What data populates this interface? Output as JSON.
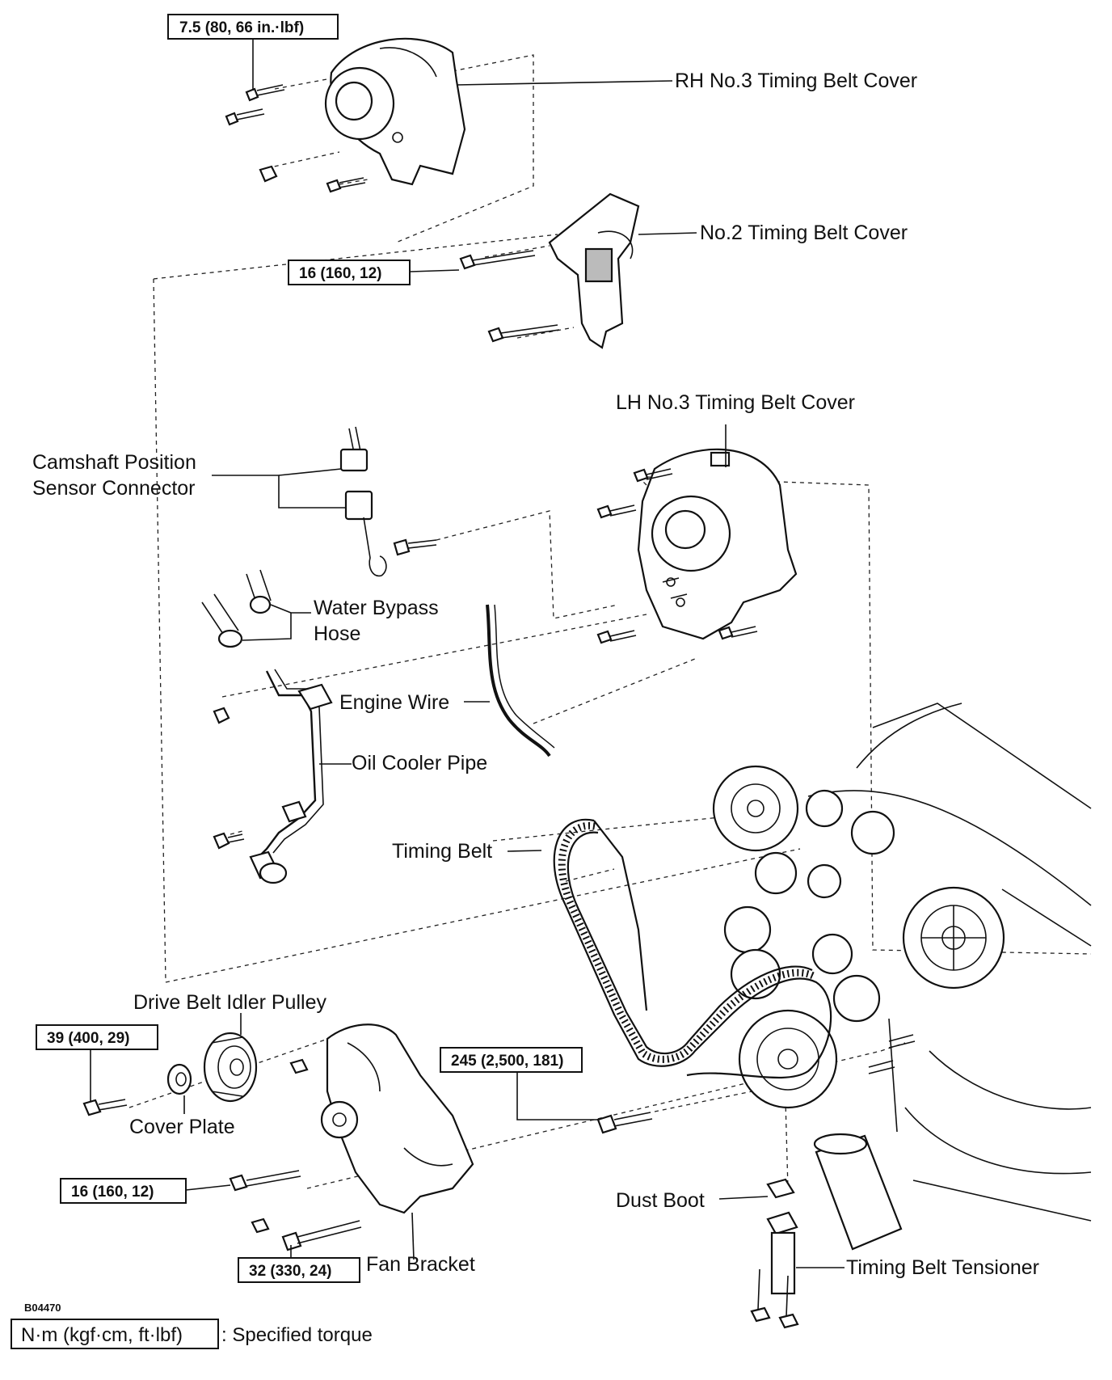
{
  "diagram_code": "B04470",
  "labels": {
    "rh_cover": "RH No.3 Timing Belt Cover",
    "no2_cover": "No.2 Timing Belt Cover",
    "lh_cover": "LH No.3 Timing Belt Cover",
    "cam_sensor_line1": "Camshaft Position",
    "cam_sensor_line2": "Sensor Connector",
    "water_bypass_line1": "Water Bypass",
    "water_bypass_line2": "Hose",
    "engine_wire": "Engine Wire",
    "oil_cooler_pipe": "Oil Cooler Pipe",
    "timing_belt": "Timing Belt",
    "drive_belt_idler": "Drive Belt Idler Pulley",
    "cover_plate": "Cover Plate",
    "fan_bracket": "Fan Bracket",
    "dust_boot": "Dust Boot",
    "tensioner": "Timing Belt Tensioner"
  },
  "torques": {
    "t_rh_cover": "7.5 (80, 66 in.·lbf)",
    "t_no2_cover": "16 (160, 12)",
    "t_idler": "39 (400, 29)",
    "t_crank": "245 (2,500, 181)",
    "t_fan_upper": "16 (160, 12)",
    "t_fan_lower": "32 (330, 24)"
  },
  "legend": {
    "unit_box": "N·m (kgf·cm, ft·lbf)",
    "description": ": Specified torque"
  }
}
